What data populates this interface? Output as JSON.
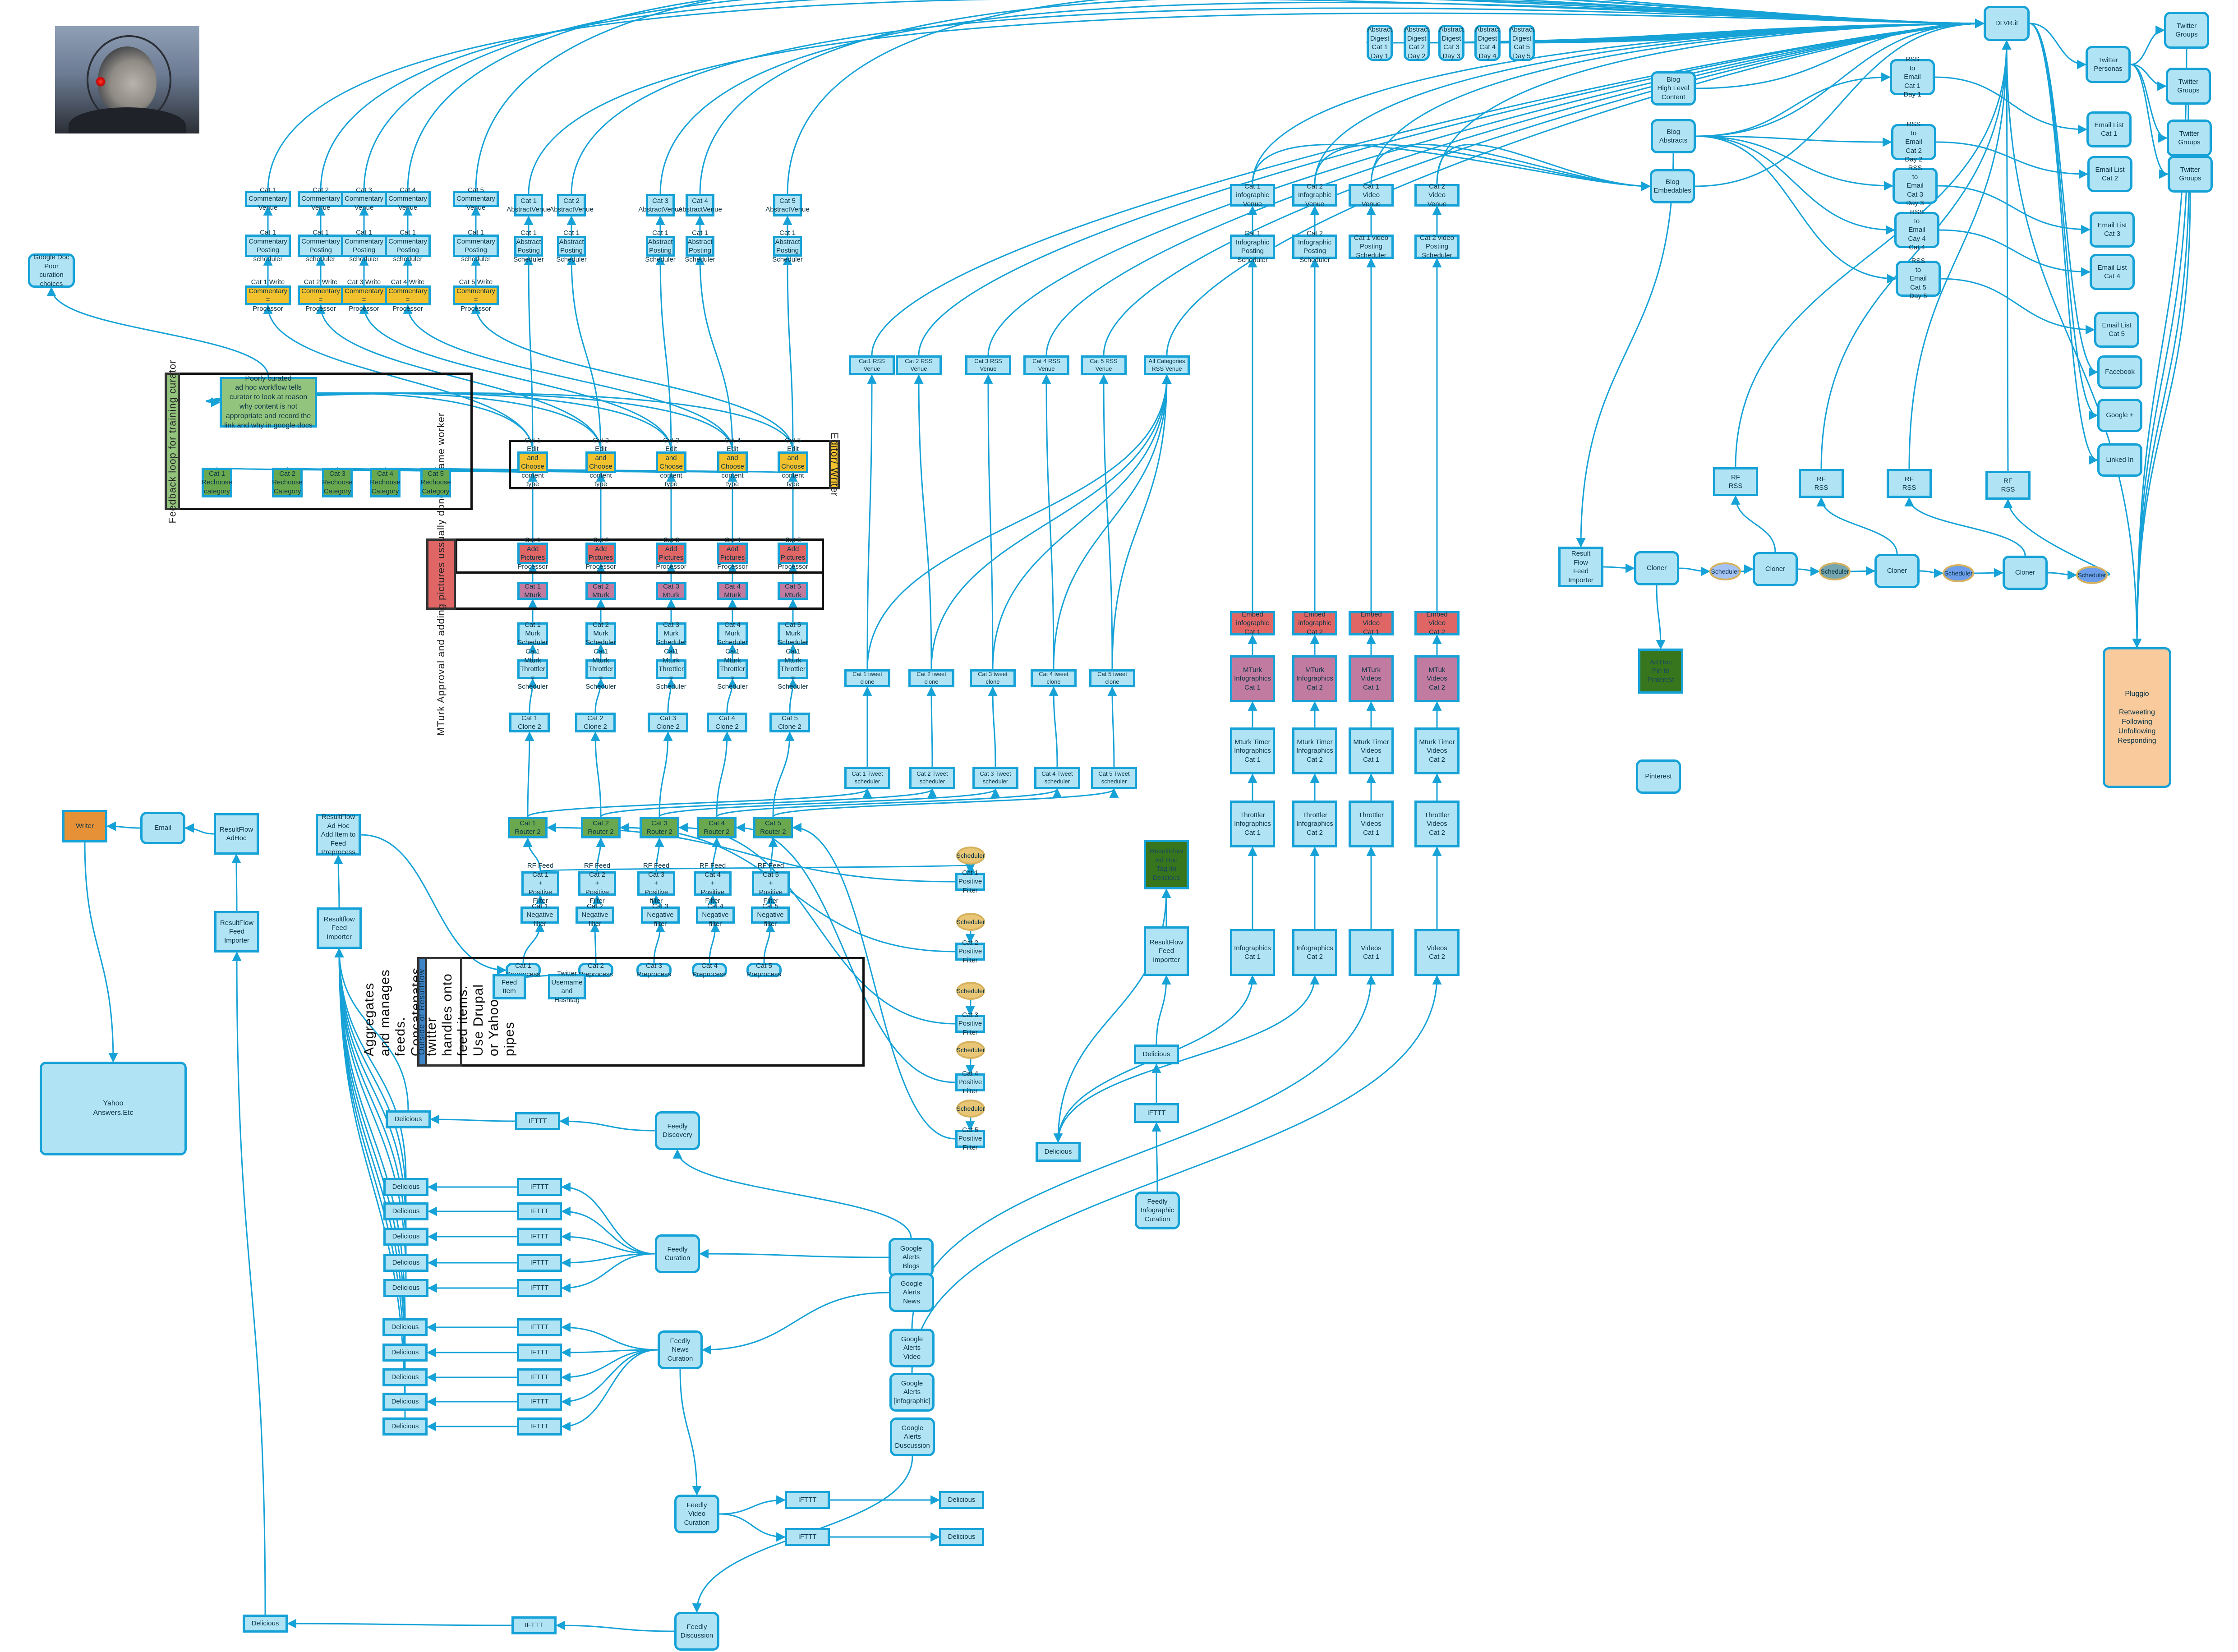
{
  "diagram": {
    "image_alt": "borg-portrait-photo",
    "lanes": {
      "feedback": "Feedback loop for training curator",
      "editor": "Editor/ Writer",
      "mturk": "MTurk Approval and adding\npictures ussually done by\nsame worker",
      "outside": "Outside of Resultflow",
      "outside_desc": "Aggregates and manages\nfeeds. Concatenates twitter\nhandles onto feed items.\nUse Drupal or Yahoo pipes"
    },
    "nodes": {
      "gdoc": "Google Doc\nPoor curation\nchoices",
      "poorly": "Poorly curated\nad hoc workflow tells curator to look at reason why content is not appropriate and record the link and why in google docs",
      "cv1": "Cat 1\nCommentary\nVenue",
      "cv2": "Cat 2\nCommentary\nVenue",
      "cv3": "Cat 3\nCommentary\nVenue",
      "cv4": "Cat 4\nCommentary\nVenue",
      "cv5": "Cat 5\nCommentary\nVenue",
      "cps1": "Cat 1\nCommentary\nPosting\nscheduler",
      "cps2": "Cat 1\nCommentary\nPosting\nscheduler",
      "cps3": "Cat 1\nCommentary\nPosting\nscheduler",
      "cps4": "Cat 1\nCommentary\nPosting\nscheduler",
      "cps5": "Cat 1\nCommentary\nPosting\nscheduler",
      "wc1": "Cat 1 Write\nCommentary =\nProcessor",
      "wc2": "Cat 2 Write\nCommentary =\nProcessor",
      "wc3": "Cat 3 Write\nCommentary =\nProcessor",
      "wc4": "Cat 4 Write\nCommentary =\nProcessor",
      "wc5": "Cat 5 Write\nCommentary =\nProcessor",
      "av1": "Cat 1\nAbstractVenue",
      "av2": "Cat 2\nAbstractVenue",
      "av3": "Cat 3\nAbstractVenue",
      "av4": "Cat 4\nAbstractVenue",
      "av5": "Cat 5\nAbstractVenue",
      "aps1": "Cat 1 Abstract\nPosting\nScheduler",
      "aps2": "Cat 1 Abstract\nPosting\nScheduler",
      "aps3": "Cat 1 Abstract\nPosting\nScheduler",
      "aps4": "Cat 1 Abstract\nPosting\nScheduler",
      "aps5": "Cat 1 Abstract\nPosting\nScheduler",
      "rc1": "Cat 1\nRechoose\ncategory",
      "rc2": "Cat 2\nRechoose\nCategory",
      "rc3": "Cat 3\nRechoose\nCategory",
      "rc4": "Cat 4\nRechoose\nCategory",
      "rc5": "Cat 5\nRechoose\nCategory",
      "ed1": "Cat 1 Edit and\nChoose content\ntype",
      "ed2": "Cat 2 Edit and\nChoose content\ntype",
      "ed3": "Cat 3 Edit and\nChoose content\ntype",
      "ed4": "Cat 4 Edit and\nChoose content\ntype",
      "ed5": "Cat 5 Edit and\nChoose content\ntype",
      "ap1": "Cat 1\nAdd Pictures\nProcessor",
      "ap2": "Cat 2\nAdd Pictures\nProcessor",
      "ap3": "Cat 3\nAdd Pictures\nProcessor",
      "ap4": "Cat 4\nAdd Pictures\nProcessor",
      "ap5": "Cat 5\nAdd Pictures\nProcessor",
      "mt1": "Cat 1 Mturk",
      "mt2": "Cat 2 Mturk",
      "mt3": "Cat 3 Mturk",
      "mt4": "Cat 4 Mturk",
      "mt5": "Cat 5 Mturk",
      "ms1": "Cat 1 Murk\nScheduler",
      "ms2": "Cat 2 Murk\nScheduler",
      "ms3": "Cat 3 Murk\nScheduler",
      "ms4": "Cat 4 Murk\nScheduler",
      "ms5": "Cat 5 Murk\nScheduler",
      "mth1": "Cat1 Mturk\nThrottler =\nScheduler",
      "mth2": "Cat1 Mturk\nThrottler =\nScheduler",
      "mth3": "Cat1 Mturk\nThrottler =\nScheduler",
      "mth4": "Cat1 Mturk\nThrottler =\nScheduler",
      "mth5": "Cat1 Mturk\nThrottler =\nScheduler",
      "cl1": "Cat 1 Clone 2",
      "cl2": "Cat 2 Clone 2",
      "cl3": "Cat 3 Clone 2",
      "cl4": "Cat 4 Clone 2",
      "cl5": "Cat 5 Clone 2",
      "ro1": "Cat 1 Router 2",
      "ro2": "Cat 2 Router 2",
      "ro3": "Cat 3 Router 2",
      "ro4": "Cat 4 Router 2",
      "ro5": "Cat 5 Router 2",
      "rf1": "RF Feed Cat 1\n+\nPositive Filter",
      "rf2": "RF Feed Cat 2\n+\nPositive Filter",
      "rf3": "RF Feed Cat 3\n+\nPositive filter",
      "rf4": "RF Feed Cat 4\n+\nPositive Filter",
      "rf5": "RF Feed Cat 5\n+\nPositive Filter",
      "nf1": "Cat 1\nNegative filter",
      "nf2": "Cat 2\nNegative filter",
      "nf3": "Cat 3\nNegative filter",
      "nf4": "Cat 4\nNegative filter",
      "nf5": "Cat 5\nNegative filter",
      "pp1": "Cat 1\nPreprocess",
      "pp2": "Cat 2\nPreprocess",
      "pp3": "Cat 3\nPreprocess",
      "pp4": "Cat 4\nPreprocess",
      "pp5": "Cat 5\nPreprocess",
      "feeditem": "Feed Item",
      "twuser": "Twitter\nUsername and\nHashtag",
      "sch0": "Scheduler",
      "sch1": "Scheduler",
      "sch2": "Scheduler",
      "sch3": "Scheduler",
      "sch4": "Scheduler",
      "pf1": "Cat 1\nPositive\nFilter",
      "pf2": "Cat 2\nPositive\nFilter",
      "pf3": "Cat 3\nPositive\nFilter",
      "pf4": "Cat 4\nPositive\nFilter",
      "pf5": "Cat 5\nPositive\nFilter",
      "rss1": "Cat1 RSS Venue",
      "rss2": "Cat 2  RSS\nVenue",
      "rss3": "Cat 3 RSS Venue",
      "rss4": "Cat 4 RSS Venue",
      "rss5": "Cat 5 RSS Venue",
      "rssall": "All Categories\nRSS Venue",
      "tc1": "Cat 1 tweet clone",
      "tc2": "Cat 2 tweet clone",
      "tc3": "Cat 3 tweet clone",
      "tc4": "Cat 4 tweet clone",
      "tc5": "Cat 5 tweet clone",
      "ts1": "Cat 1 Tweet\nscheduler",
      "ts2": "Cat 2 Tweet\nscheduler",
      "ts3": "Cat 3 Tweet\nscheduler",
      "ts4": "Cat 4 Tweet\nscheduler",
      "ts5": "Cat 5 Tweet\nscheduler",
      "iv1": "Cat 1\ninfographic\nVenue",
      "iv2": "Cat 2\nInfographic\nVenue",
      "vv1": "Cat 1\nVideo\nVenue",
      "vv2": "Cat 2\nVideo\nVenue",
      "ips1": "Cat 1 Infographic\nPosting\nScheduler",
      "ips2": "Cat 2 Infographic\nPosting\nScheduler",
      "vps1": "Cat 1 video\nPosting\nScheduler",
      "vps2": "Cat 2 video\nPosting\nScheduler",
      "ei1": "Embed\ninfographic\nCat 1",
      "ei2": "Embed\ninfographic\nCat 2",
      "ev1": "Embed\nVideo\nCat 1",
      "ev2": "Embed\nVideo\nCat 2",
      "mi1": "MTurk\nInfographics\nCat 1",
      "mi2": "MTurk\nInfographics\nCat 2",
      "mv1": "MTurk\nVideos\nCat 1",
      "mv2": "MTuk\nVideos\nCat 2",
      "mti1": "Mturk Timer\nInfographics\nCat 1",
      "mti2": "Mturk Timer\nInfographics\nCat 2",
      "mtv1": "Mturk Timer\nVideos\nCat 1",
      "mtv2": "Mturk Timer\nVideos\nCat 2",
      "thi1": "Throttler\nInfographics\nCat 1",
      "thi2": "Throttler\nInfographics\nCat 2",
      "thv1": "Throttler\nVideos\nCat 1",
      "thv2": "Throttler\nVideos\nCat 2",
      "inf1": "Infographics\nCat 1",
      "inf2": "Infographics\nCat 2",
      "vid1": "Videos\nCat 1",
      "vid2": "Videos\nCat 2",
      "rfadhoc_del": "ResultFlow\nAd Hoc\nTag iIn Delicious",
      "rfimp_mid": "ResultFlow\nFeed Importter",
      "del_mid": "Delicious",
      "ifttt_mid": "IFTTT",
      "feedly_info": "Feedly\nInfographic\nCuration",
      "del_left_mid": "Delicious",
      "ad1": "Abstract\nDigest\nCat 1\nDay 1",
      "ad2": "Abstract\nDigest\nCat 2\nDay 2",
      "ad3": "Abstract\nDigest\nCat 3\nDay 3",
      "ad4": "Abstract\nDigest\nCat 4\nDay 4",
      "ad5": "Abstract\nDigest\nCat 5\nDay 5",
      "bloghigh": "Blog\nHigh Level\nContent",
      "blogabs": "Blog\nAbstracts",
      "blogemb": "Blog\nEmbedables",
      "dlvr": "DLVR.it",
      "twp": "Twitter\nPersonas",
      "tg1": "Twitter\nGroups",
      "tg2": "Twitter\nGroups",
      "tg3": "Twitter\nGroups",
      "tg4": "Twitter\nGroups",
      "re1": "RSS\nto\nEmail\nCat 1\nDay 1",
      "re2": "RSS\nto\nEmail\nCat 2\nDay 2",
      "re3": "RSS\nto\nEmail\nCat 3\nDay 3",
      "re4": "RSS\nto\nEmail\nCay 4\nCat 4",
      "re5": "RSS\nto\nEmail\nCat 5\nDay 5",
      "el1": "Email List\nCat 1",
      "el2": "Email List\nCat 2",
      "el3": "Email List\nCat 3",
      "el4": "Email List\nCat 4",
      "el5": "Email List\nCat 5",
      "facebook": "Facebook",
      "googleplus": "Google +",
      "linkedin": "Linked In",
      "rfrss1": "RF\nRSS",
      "rfrss2": "RF\nRSS",
      "rfrss3": "RF\nRSS",
      "rfrss4": "RF\nRSS",
      "rffi": "Result\nFlow\nFeed Importer",
      "cln1": "Cloner",
      "cln2": "Cloner",
      "cln3": "Cloner",
      "cln4": "Cloner",
      "rsch1": "Scheduler",
      "rsch2": "Scheduler",
      "rsch3": "Scheduler",
      "rsch4": "Scheduler",
      "pinadhoc": "Ad Hoc\nPin to Pinterest",
      "pinterest": "Pinterest",
      "pluggio": "Pluggio\n\nRetweeting\nFollowing\nUnfollowing\nResponding",
      "writer": "Writer",
      "email": "Email",
      "rfadhoc": "ResultFlow\nAdHoc",
      "rfimp_left": "ResultFlow\nFeed\nImporter",
      "rfadhoc_add": "ResultFlow\nAd Hoc\nAdd Item to\nFeed\nPreprocess",
      "rfimp_left2": "Resultflow\nFeed Importer",
      "yahoo": "Yahoo\nAnswers.Etc",
      "del_a": "Delicious",
      "ifttt_a": "IFTTT",
      "feedly_disc": "Feedly\nDiscovery",
      "del_b1": "Delicious",
      "del_b2": "Delicious",
      "del_b3": "Delicious",
      "del_b4": "Delicious",
      "del_b5": "Delicious",
      "ifttt_b1": "IFTTT",
      "ifttt_b2": "IFTTT",
      "ifttt_b3": "IFTTT",
      "ifttt_b4": "IFTTT",
      "ifttt_b5": "IFTTT",
      "feedly_cur": "Feedly\nCuration",
      "del_c1": "Delicious",
      "del_c2": "Delicious",
      "del_c3": "Delicious",
      "del_c4": "Delicious",
      "del_c5": "Delicious",
      "ifttt_c1": "IFTTT",
      "ifttt_c2": "IFTTT",
      "ifttt_c3": "IFTTT",
      "ifttt_c4": "IFTTT",
      "ifttt_c5": "IFTTT",
      "feedly_news": "Feedly\nNews\nCuration",
      "ga_blogs": "Google Alerts\nBlogs",
      "ga_news": "Google Alerts\nNews",
      "ga_video": "Google\nAlerts\nVideo",
      "ga_info": "Google\nAlerts\n[infographic]",
      "ga_disc": "Google\nAlerts\nDuscussion",
      "feedly_video": "Feedly\nVideo\nCuration",
      "ifttt_v1": "IFTTT",
      "ifttt_v2": "IFTTT",
      "del_v1": "Delicious",
      "del_v2": "Delicious",
      "feedly_discuss": "Feedly\nDiscussion",
      "ifttt_d": "IFTTT",
      "del_d": "Delicious"
    },
    "colors": {
      "edge": "#16a2d7",
      "node_fill": "#b0e3f4",
      "processor_yellow": "#f2c12e",
      "router_green": "#6aa84f",
      "adhoc_dark_green": "#38761d",
      "picture_red": "#e06666",
      "mturk_purple": "#c27ba0",
      "writer_orange": "#e69138",
      "pluggio_peach": "#f9cb9c"
    }
  }
}
